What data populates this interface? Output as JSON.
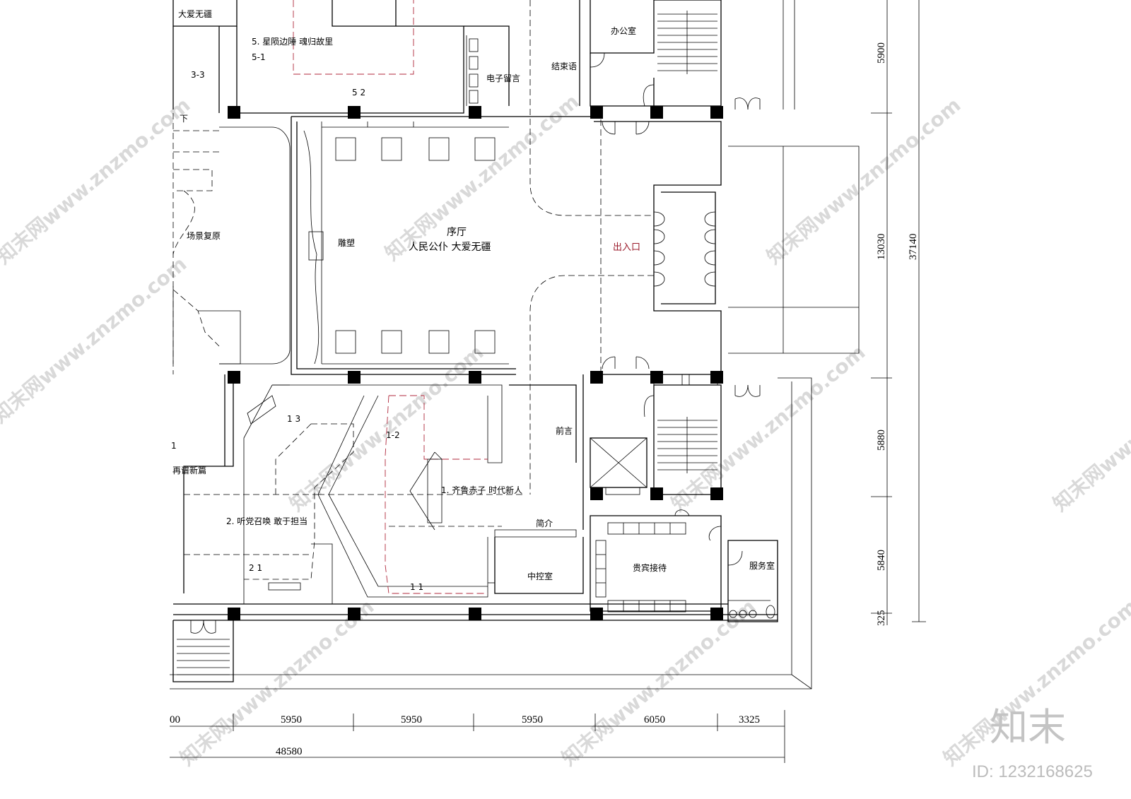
{
  "rooms": {
    "top_left_title": "大爱无疆",
    "section5_title": "5. 星陨边陲  魂归故里",
    "section5_code1": "5-1",
    "section5_code2": "5 2",
    "code_3_3": "3-3",
    "char_xia": "下",
    "scene": "场景复原",
    "office": "办公室",
    "ending": "结束语",
    "message": "电子留言",
    "hall_title": "序厅",
    "hall_subtitle": "人民公仆  大爱无疆",
    "sculpture": "雕塑",
    "entrance": "出入口",
    "code_1_3": "1 3",
    "code_1_2": "1-2",
    "foreword": "前言",
    "section1_title": "1. 齐鲁赤子  时代新人",
    "section_new": "再谱新篇",
    "code_1": "1",
    "section2_title": "2. 听党召唤  敢于担当",
    "code_2_1": "2 1",
    "code_1_1": "1 1",
    "intro": "简介",
    "control": "中控室",
    "vip": "贵宾接待",
    "service": "服务室"
  },
  "dimensions": {
    "bottom": [
      "00",
      "5950",
      "5950",
      "5950",
      "6050",
      "3325"
    ],
    "bottom_total": "48580",
    "right": [
      "5900",
      "13030",
      "5880",
      "5840",
      "325"
    ],
    "right_total": "37140"
  },
  "watermark": {
    "text": "知末网www.znzmo.com",
    "brand": "知末",
    "id": "ID: 1232168625"
  }
}
